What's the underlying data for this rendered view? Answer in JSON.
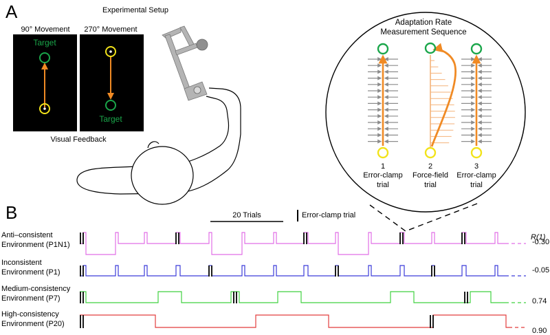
{
  "panel_a": {
    "letter": "A",
    "setup_title": "Experimental Setup",
    "screen_left_title": "90° Movement",
    "screen_right_title": "270° Movement",
    "target_label": "Target",
    "feedback_caption": "Visual Feedback",
    "sequence_title_1": "Adaptation Rate",
    "sequence_title_2": "Measurement Sequence",
    "trials": [
      {
        "number": "1",
        "line1": "Error-clamp",
        "line2": "trial"
      },
      {
        "number": "2",
        "line1": "Force-field",
        "line2": "trial"
      },
      {
        "number": "3",
        "line1": "Error-clamp",
        "line2": "trial"
      }
    ]
  },
  "panel_b": {
    "letter": "B",
    "scale_bar_label": "20 Trials",
    "clamp_legend_label": "Error-clamp trial",
    "r_header": "R(1)",
    "rows": [
      {
        "line1": "Anti–consistent",
        "line2": "Environment (P1N1)",
        "r_value": "-0.30"
      },
      {
        "line1": "Inconsistent",
        "line2": "Environment (P1)",
        "r_value": "-0.05"
      },
      {
        "line1": "Medium-consistency",
        "line2": "Environment (P7)",
        "r_value": "0.74"
      },
      {
        "line1": "High-consistency",
        "line2": "Environment (P20)",
        "r_value": "0.90"
      }
    ]
  },
  "colors": {
    "screen_bg": "#000000",
    "target_green": "#1aa64a",
    "start_yellow": "#f2e31a",
    "movement_orange": "#f08a24",
    "force_arrow_gray": "#8c8c8c",
    "robot_gray": "#b4b4b4",
    "trace_p1n1": "#e16ee6",
    "trace_p1": "#3b3bd9",
    "trace_p7": "#3fd13f",
    "trace_p20": "#e23c3c"
  }
}
